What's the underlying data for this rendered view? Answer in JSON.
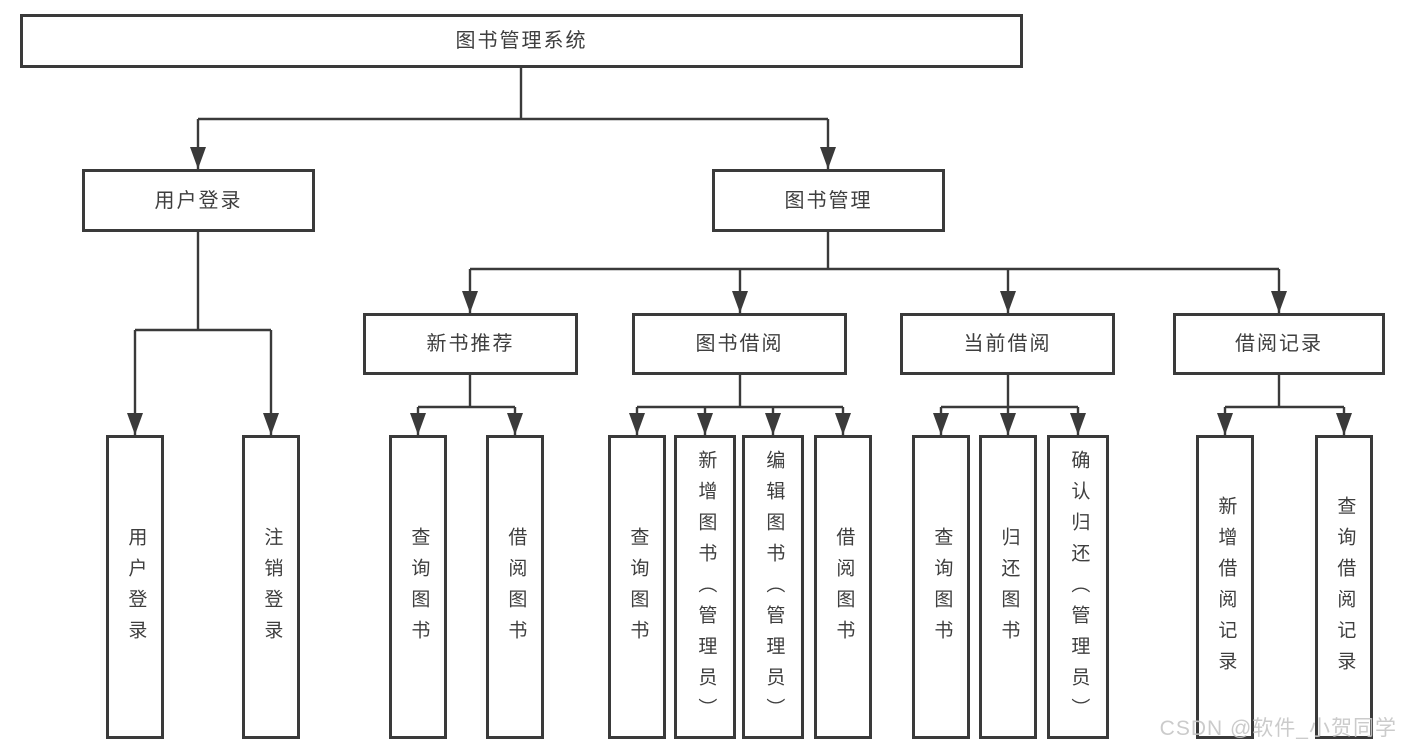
{
  "tree": {
    "label": "图书管理系统",
    "children": [
      {
        "label": "用户登录",
        "children": [
          {
            "label": "用户登录"
          },
          {
            "label": "注销登录"
          }
        ]
      },
      {
        "label": "图书管理",
        "children": [
          {
            "label": "新书推荐",
            "children": [
              {
                "label": "查询图书"
              },
              {
                "label": "借阅图书"
              }
            ]
          },
          {
            "label": "图书借阅",
            "children": [
              {
                "label": "查询图书"
              },
              {
                "label": "新增图书（管理员）"
              },
              {
                "label": "编辑图书（管理员）"
              },
              {
                "label": "借阅图书"
              }
            ]
          },
          {
            "label": "当前借阅",
            "children": [
              {
                "label": "查询图书"
              },
              {
                "label": "归还图书"
              },
              {
                "label": "确认归还（管理员）"
              }
            ]
          },
          {
            "label": "借阅记录",
            "children": [
              {
                "label": "新增借阅记录"
              },
              {
                "label": "查询借阅记录"
              }
            ]
          }
        ]
      }
    ]
  },
  "watermark": {
    "text": "CSDN @软件_小贺同学"
  },
  "colors": {
    "line": "#3a3a3a",
    "text": "#3e3e3e",
    "background": "#ffffff",
    "watermark": "#c6c6c6"
  }
}
